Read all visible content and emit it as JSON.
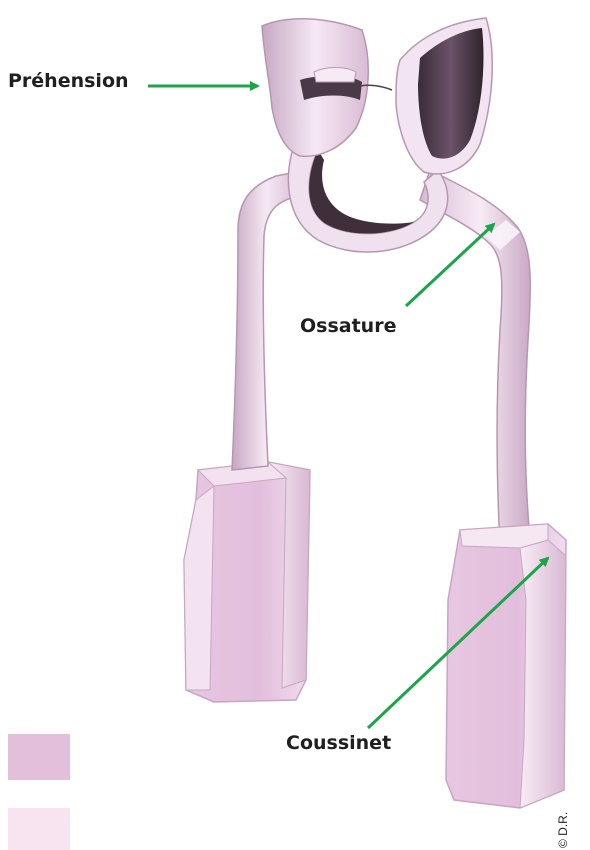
{
  "labels": {
    "grip": "Préhension",
    "frame": "Ossature",
    "cushion": "Coussinet"
  },
  "credit": "© D.R.",
  "colors": {
    "arrow": "#1aa548",
    "part_light": "#f1dfee",
    "part_mid": "#dcbcd8",
    "part_dark": "#5a4457",
    "swatch_dark": "#e3bfdc",
    "swatch_light": "#f8e4f1"
  },
  "icons": [
    "arrow-icon"
  ]
}
